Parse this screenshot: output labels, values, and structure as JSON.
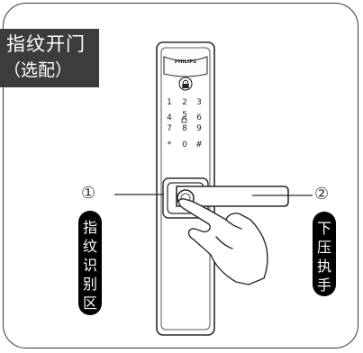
{
  "badge": {
    "title": "指纹开门",
    "subtitle": "（选配）"
  },
  "lock": {
    "brand": "PHILIPS",
    "keypad": [
      [
        "1",
        "2",
        "3"
      ],
      [
        "4",
        "5",
        "6"
      ],
      [
        "7",
        "8",
        "9"
      ],
      [
        "*",
        "0",
        "#"
      ]
    ]
  },
  "callouts": [
    {
      "number": "①",
      "label_chars": [
        "指",
        "纹",
        "识",
        "别",
        "区"
      ]
    },
    {
      "number": "②",
      "label_chars": [
        "下",
        "压",
        "执",
        "手"
      ]
    }
  ],
  "icons": [
    "lock-top-icon",
    "hand-icon",
    "fingerprint-sensor-icon"
  ]
}
